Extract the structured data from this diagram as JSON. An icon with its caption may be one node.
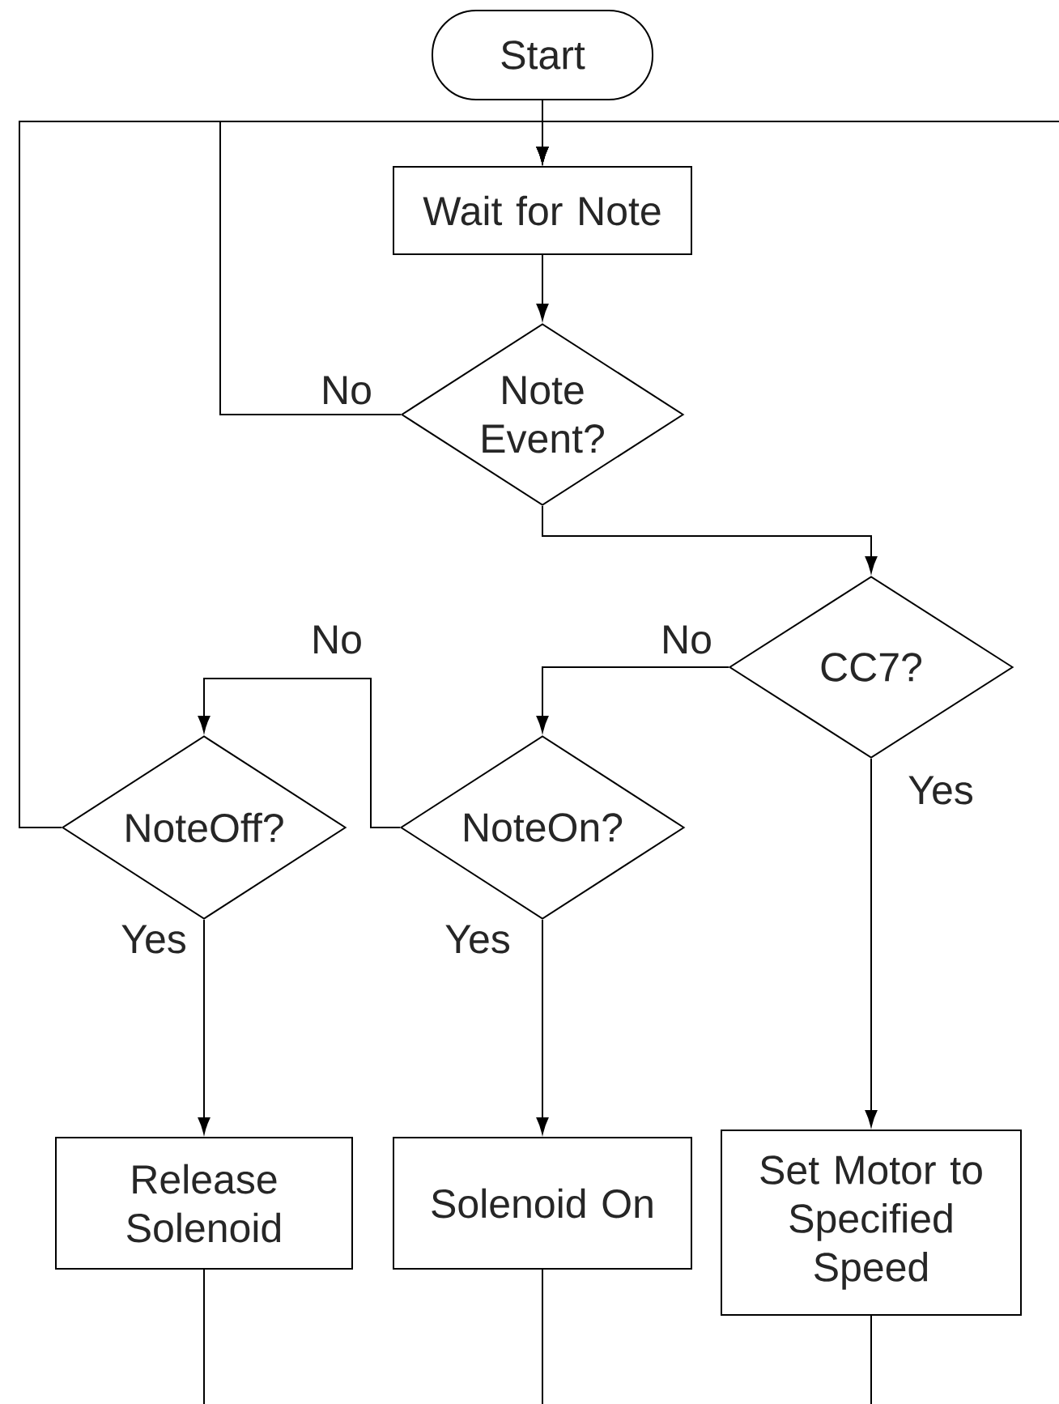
{
  "diagram": {
    "nodes": [
      {
        "text": [
          "Start"
        ]
      },
      {
        "text": [
          "Wait for Note"
        ]
      },
      {
        "text": [
          "Note Event?"
        ]
      },
      {
        "text": [
          "CC7?"
        ]
      },
      {
        "text": [
          "NoteOff?"
        ]
      },
      {
        "text": [
          "NoteOn?"
        ]
      },
      {
        "text": [
          "Release Solenoid"
        ]
      },
      {
        "text": [
          "Solenoid On"
        ]
      },
      {
        "text": [
          "Set Motor to Specified Speed"
        ]
      }
    ],
    "edges": [
      {
        "from": 0,
        "to": 1,
        "arrow": "to"
      },
      {
        "from": 1,
        "to": 2,
        "arrow": "to"
      },
      {
        "from": 2,
        "to": 1,
        "arrow": "to",
        "label": "No"
      },
      {
        "from": 2,
        "to": 3,
        "arrow": "to"
      },
      {
        "from": 3,
        "to": 5,
        "arrow": "to",
        "label": "No"
      },
      {
        "from": 5,
        "to": 4,
        "arrow": "to",
        "label": "No"
      },
      {
        "from": 4,
        "to": 1,
        "arrow": "to"
      },
      {
        "from": 4,
        "to": 6,
        "arrow": "to",
        "label": "Yes"
      },
      {
        "from": 5,
        "to": 7,
        "arrow": "to",
        "label": "Yes"
      },
      {
        "from": 3,
        "to": 8,
        "arrow": "to",
        "label": "Yes"
      },
      {
        "from": 6,
        "to": null,
        "arrow": "none"
      },
      {
        "from": 7,
        "to": null,
        "arrow": "none"
      },
      {
        "from": 8,
        "to": null,
        "arrow": "none"
      },
      {
        "from": null,
        "to": 1,
        "arrow": "to"
      }
    ]
  }
}
